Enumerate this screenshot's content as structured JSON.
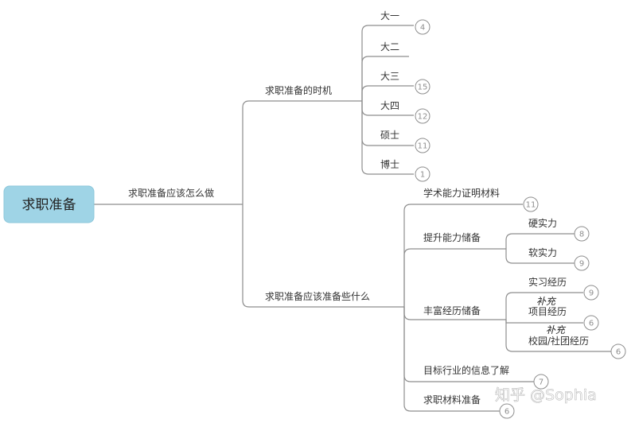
{
  "root": "求职准备",
  "branch_main": "求职准备应该怎么做",
  "timing": {
    "label": "求职准备的时机",
    "items": [
      {
        "label": "大一",
        "count": "4"
      },
      {
        "label": "大二",
        "count": ""
      },
      {
        "label": "大三",
        "count": "15"
      },
      {
        "label": "大四",
        "count": "12"
      },
      {
        "label": "硕士",
        "count": "11"
      },
      {
        "label": "博士",
        "count": "1"
      }
    ]
  },
  "prepare": {
    "label": "求职准备应该准备些什么",
    "academic": {
      "label": "学术能力证明材料",
      "count": "11"
    },
    "ability": {
      "label": "提升能力储备",
      "items": [
        {
          "label": "硬实力",
          "count": "8"
        },
        {
          "label": "软实力",
          "count": "9"
        }
      ]
    },
    "experience": {
      "label": "丰富经历储备",
      "items": [
        {
          "label": "实习经历",
          "count": "9"
        },
        {
          "label": "项目经历",
          "count": "6"
        },
        {
          "label": "校园/社团经历",
          "count": "6"
        }
      ],
      "notes": [
        "补充",
        "补充"
      ]
    },
    "industry": {
      "label": "目标行业的信息了解",
      "count": "7"
    },
    "materials": {
      "label": "求职材料准备",
      "count": "6"
    }
  },
  "watermark": "知乎 @Sophia"
}
